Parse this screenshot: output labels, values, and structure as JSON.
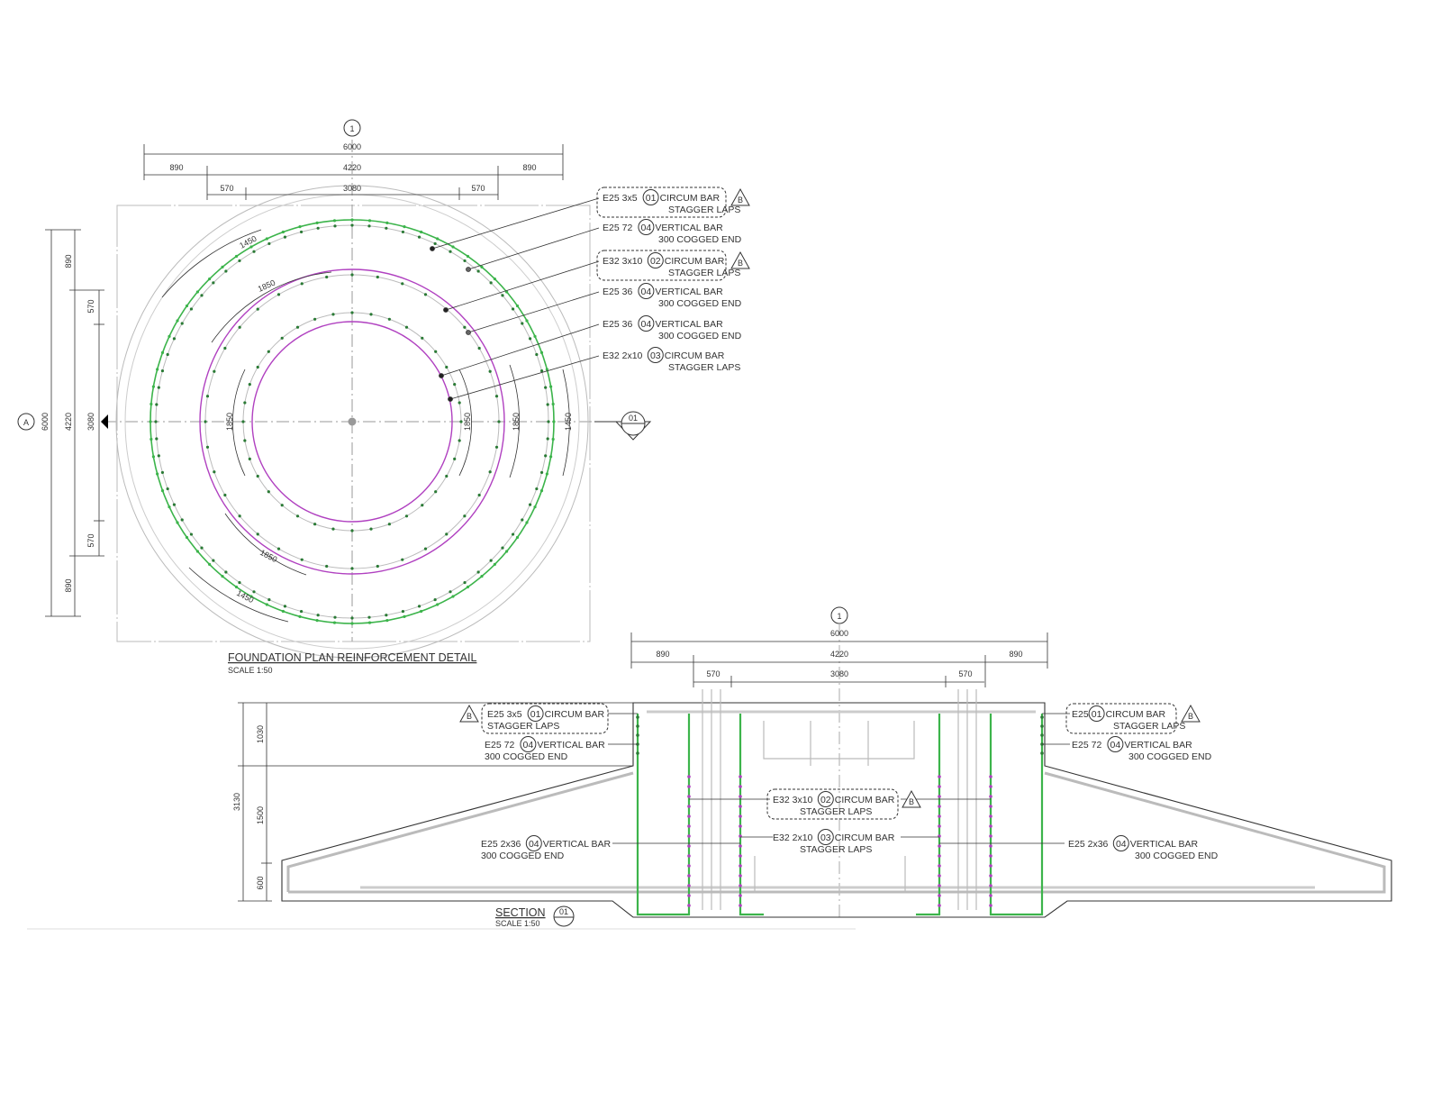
{
  "colors": {
    "green": "#3cb44b",
    "magenta": "#b040c0",
    "line": "#333333",
    "grey": "#bbbbbb"
  },
  "plan": {
    "title": "FOUNDATION PLAN REINFORCEMENT DETAIL",
    "scale": "SCALE 1:50",
    "grid_top": "1",
    "grid_left": "A",
    "section_marker": "01",
    "section_marker_sub": "-",
    "dims_top": {
      "overall": "6000",
      "row2": [
        "890",
        "4220",
        "890"
      ],
      "row3": [
        "570",
        "3080",
        "570"
      ]
    },
    "dims_left": {
      "overall": "6000",
      "row2": [
        "890",
        "4220",
        "890"
      ],
      "row3": [
        "570",
        "3080",
        "570"
      ]
    },
    "arc_dims": [
      "1450",
      "1850",
      "1850",
      "1850",
      "1850",
      "1450",
      "1850",
      "1450"
    ],
    "callouts": [
      {
        "line1": "E25  3x5",
        "mark": "01",
        "desc1": "CIRCUM  BAR",
        "line2": "STAGGER  LAPS",
        "rev": "B",
        "cloud": true
      },
      {
        "line1": "E25  72",
        "mark": "04",
        "desc1": "VERTICAL  BAR",
        "line2": "300  COGGED  END",
        "cloud": false
      },
      {
        "line1": "E32  3x10",
        "mark": "02",
        "desc1": "CIRCUM  BAR",
        "line2": "STAGGER  LAPS",
        "rev": "B",
        "cloud": true
      },
      {
        "line1": "E25  36",
        "mark": "04",
        "desc1": "VERTICAL  BAR",
        "line2": "300  COGGED  END",
        "cloud": false
      },
      {
        "line1": "E25  36",
        "mark": "04",
        "desc1": "VERTICAL  BAR",
        "line2": "300  COGGED  END",
        "cloud": false
      },
      {
        "line1": "E32  2x10",
        "mark": "03",
        "desc1": "CIRCUM  BAR",
        "line2": "STAGGER  LAPS",
        "cloud": false
      }
    ]
  },
  "section": {
    "title": "SECTION",
    "scale": "SCALE 1:50",
    "marker": "01",
    "marker_sub": "-",
    "grid_top": "1",
    "dims_top": {
      "overall": "6000",
      "row2": [
        "890",
        "4220",
        "890"
      ],
      "row3": [
        "570",
        "3080",
        "570"
      ]
    },
    "dims_left": {
      "overall": "3130",
      "parts": [
        "1030",
        "1500",
        "600"
      ]
    },
    "callouts_left": [
      {
        "line1": "E25  3x5",
        "mark": "01",
        "desc1": "CIRCUM  BAR",
        "line2": "STAGGER  LAPS",
        "rev": "B"
      },
      {
        "line1": "E25  72",
        "mark": "04",
        "desc1": "VERTICAL  BAR",
        "line2": "300  COGGED  END"
      },
      {
        "line1": "E25  2x36",
        "mark": "04",
        "desc1": "VERTICAL  BAR",
        "line2": "300  COGGED  END"
      }
    ],
    "callouts_right": [
      {
        "line1": "E25",
        "mark": "01",
        "desc1": "CIRCUM  BAR",
        "line2": "STAGGER  LAPS",
        "rev": "B"
      },
      {
        "line1": "E25  72",
        "mark": "04",
        "desc1": "VERTICAL  BAR",
        "line2": "300  COGGED  END"
      },
      {
        "line1": "E25  2x36",
        "mark": "04",
        "desc1": "VERTICAL  BAR",
        "line2": "300  COGGED  END"
      }
    ],
    "callouts_center": [
      {
        "line1": "E32  3x10",
        "mark": "02",
        "desc1": "CIRCUM  BAR",
        "line2": "STAGGER  LAPS",
        "rev": "B"
      },
      {
        "line1": "E32  2x10",
        "mark": "03",
        "desc1": "CIRCUM  BAR",
        "line2": "STAGGER  LAPS"
      }
    ]
  }
}
